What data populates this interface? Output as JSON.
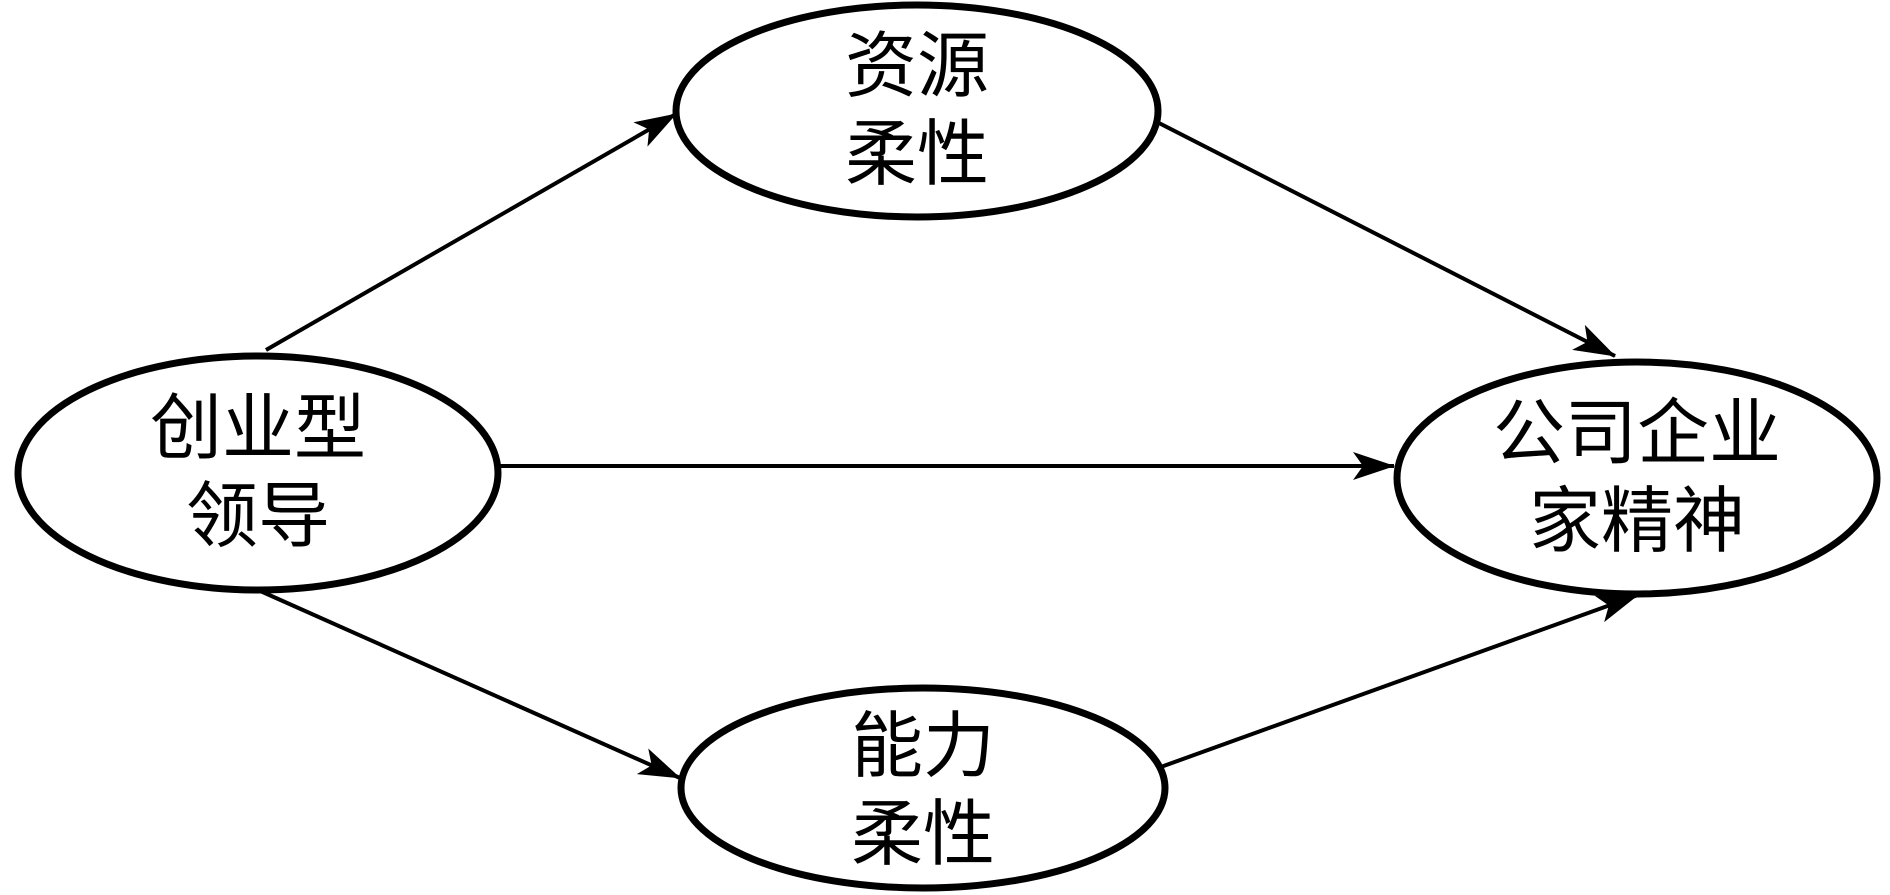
{
  "diagram": {
    "background_color": "#ffffff",
    "stroke_color": "#000000",
    "node_fill_color": "#ffffff",
    "nodes": [
      {
        "id": "entrepreneurial-leadership",
        "label": "创业型领导",
        "line1": "创业型",
        "line2": "领导"
      },
      {
        "id": "resource-flexibility",
        "label": "资源柔性",
        "line1": "资源",
        "line2": "柔性"
      },
      {
        "id": "capability-flexibility",
        "label": "能力柔性",
        "line1": "能力",
        "line2": "柔性"
      },
      {
        "id": "corporate-entrepreneurship",
        "label": "公司企业家精神",
        "line1": "公司企业",
        "line2": "家精神"
      }
    ],
    "edges": [
      {
        "from": "创业型领导",
        "to": "资源柔性",
        "direction": "arrow"
      },
      {
        "from": "创业型领导",
        "to": "公司企业家精神",
        "direction": "arrow"
      },
      {
        "from": "创业型领导",
        "to": "能力柔性",
        "direction": "arrow"
      },
      {
        "from": "资源柔性",
        "to": "公司企业家精神",
        "direction": "arrow"
      },
      {
        "from": "能力柔性",
        "to": "公司企业家精神",
        "direction": "arrow"
      }
    ]
  }
}
